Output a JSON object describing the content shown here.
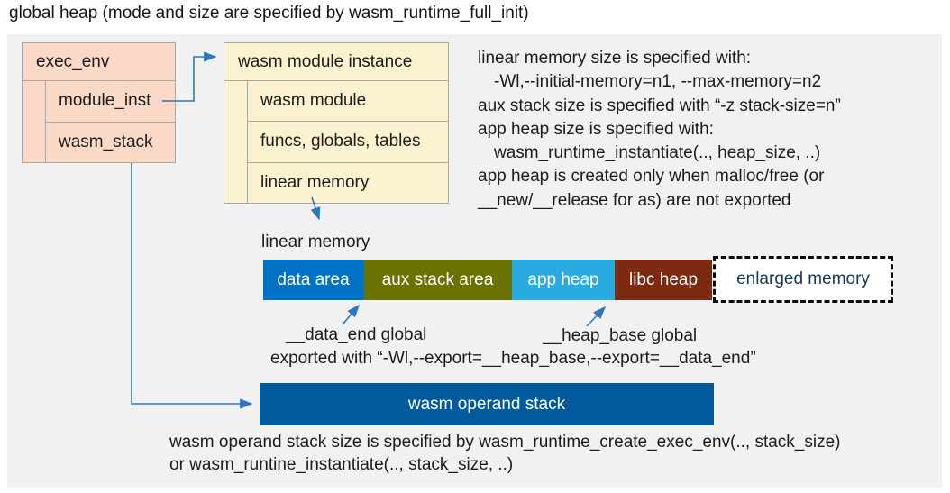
{
  "title": "global heap (mode and size are specified by wasm_runtime_full_init)",
  "exec_env": {
    "header": "exec_env",
    "rows": [
      {
        "label": "module_inst"
      },
      {
        "label": "wasm_stack"
      }
    ],
    "fill": "#fbd9c7"
  },
  "module_instance": {
    "header": "wasm module instance",
    "rows": [
      {
        "label": "wasm module"
      },
      {
        "label": "funcs, globals, tables"
      },
      {
        "label": "linear memory"
      }
    ],
    "fill": "#fcf2cf"
  },
  "right_notes": {
    "lines": [
      {
        "text": "linear memory size is specified with:",
        "indent": false
      },
      {
        "text": "-Wl,--initial-memory=n1, --max-memory=n2",
        "indent": true
      },
      {
        "text": "aux stack size is specified with “-z stack-size=n”",
        "indent": false
      },
      {
        "text": "app heap size is specified with:",
        "indent": false
      },
      {
        "text": "wasm_runtime_instantiate(.., heap_size, ..)",
        "indent": true
      },
      {
        "text": "app heap is created only when malloc/free (or",
        "indent": false
      },
      {
        "text": "__new/__release for as) are not exported",
        "indent": false
      }
    ]
  },
  "linear_memory": {
    "label": "linear memory",
    "segments": [
      {
        "label": "data area",
        "color": "#0071c5"
      },
      {
        "label": "aux stack area",
        "color": "#6b7300"
      },
      {
        "label": "app heap",
        "color": "#29abe2"
      },
      {
        "label": "libc heap",
        "color": "#7e2a10"
      }
    ],
    "enlarged_memory": {
      "label": "enlarged memory",
      "text_color": "#17365d",
      "border": "dashed"
    }
  },
  "annotations": {
    "data_end_label": "__data_end global",
    "heap_base_label": "__heap_base global",
    "export_line": "exported with “-Wl,--export=__heap_base,--export=__data_end”"
  },
  "operand_stack": {
    "label": "wasm operand stack",
    "color": "#005a9b"
  },
  "bottom_notes": {
    "lines": [
      {
        "text": "wasm operand stack size is specified by wasm_runtime_create_exec_env(.., stack_size)"
      },
      {
        "text": "or wasm_runtine_instantiate(.., stack_size, ..)"
      }
    ]
  },
  "colors": {
    "panel_bg": "#f1f1f2",
    "box_border": "#a8a8a8",
    "arrow": "#2e77bb",
    "text": "#1c1c1c"
  }
}
